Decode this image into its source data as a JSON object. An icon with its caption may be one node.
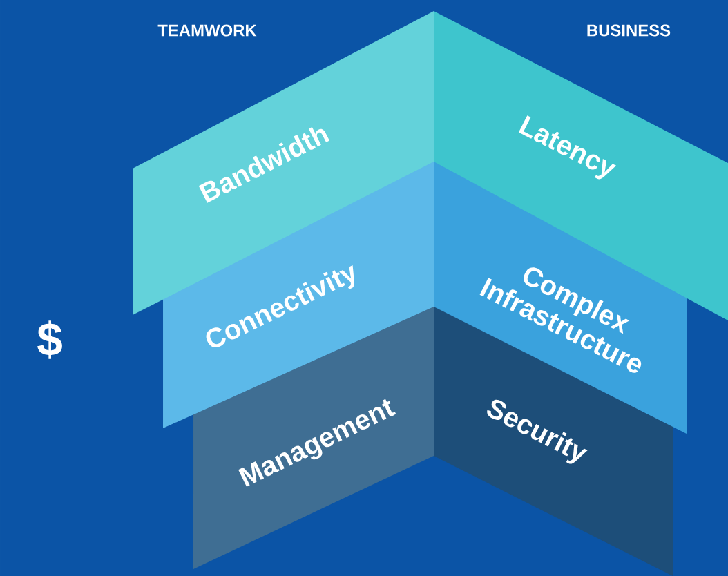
{
  "diagram": {
    "nodes": [
      {
        "text": [
          "Management"
        ]
      },
      {
        "text": [
          "Security"
        ]
      },
      {
        "text": [
          "Connectivity"
        ]
      },
      {
        "text": [
          "Complex Infrastructure"
        ]
      },
      {
        "text": [
          "Bandwidth"
        ]
      },
      {
        "text": [
          "Latency"
        ]
      }
    ],
    "labels": [
      "TEAMWORK",
      "BUSINESS",
      "$"
    ]
  }
}
